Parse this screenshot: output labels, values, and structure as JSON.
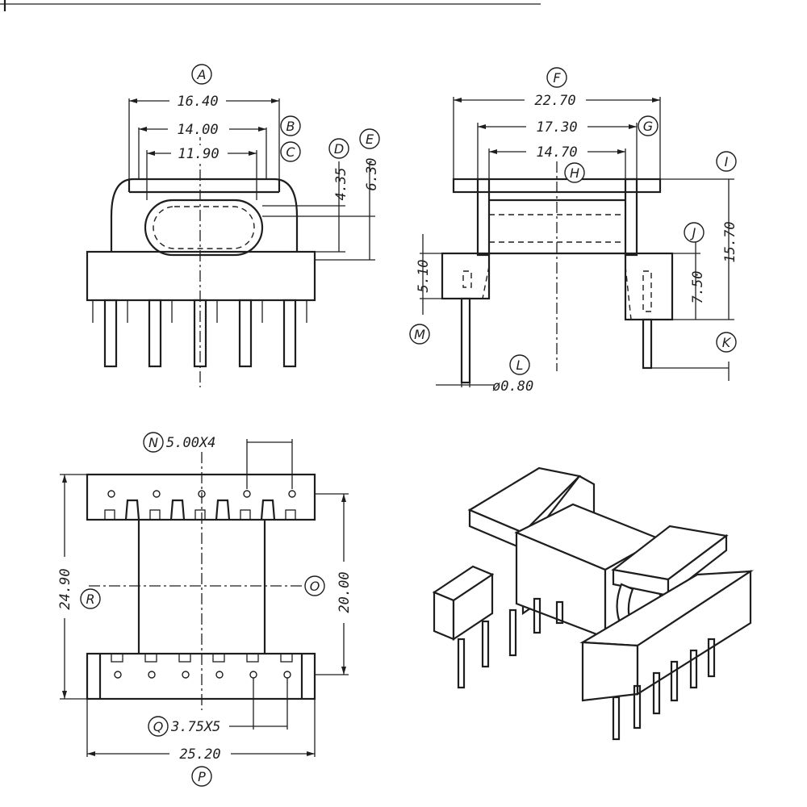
{
  "dimensions": {
    "front_width_outer": "16.40",
    "front_width_mid": "14.00",
    "front_width_inner": "11.90",
    "front_height_small": "4.35",
    "front_height_large": "6.30",
    "side_total_width": "22.70",
    "side_flange_span": "17.30",
    "side_core_width": "14.70",
    "side_total_height": "15.70",
    "side_base_height": "7.50",
    "side_pin_block_height": "5.10",
    "pin_diameter": "ø0.80",
    "pin_pitch_top": "5.00X4",
    "pin_pitch_bottom": "3.75X5",
    "bottom_total_height": "24.90",
    "bottom_inner_height": "20.00",
    "bottom_total_width": "25.20"
  },
  "callouts": {
    "A": "A",
    "B": "B",
    "C": "C",
    "D": "D",
    "E": "E",
    "F": "F",
    "G": "G",
    "H": "H",
    "I": "I",
    "J": "J",
    "K": "K",
    "L": "L",
    "M": "M",
    "N": "N",
    "O": "O",
    "P": "P",
    "Q": "Q",
    "R": "R"
  }
}
